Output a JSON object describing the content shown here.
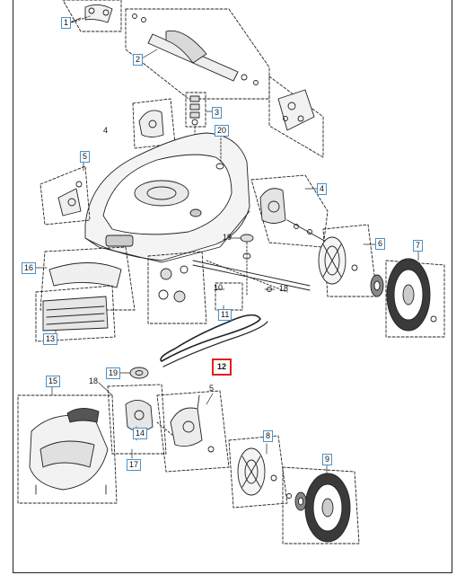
{
  "diagram": {
    "highlight_color": "#e0201e",
    "callout_border_color": "#4a90c8",
    "callouts": {
      "c1": "1",
      "c2": "2",
      "c3": "3",
      "c4_plain": "4",
      "c4_box": "4",
      "c5": "5",
      "c5_plain": "5",
      "c6": "6",
      "c7": "7",
      "c8": "8",
      "c9": "9",
      "c10": "10",
      "c11": "11",
      "c12": "12",
      "c13": "13",
      "c14": "14",
      "c15": "15",
      "c16": "16",
      "c17": "17",
      "c18_a": "18",
      "c18_b": "18",
      "c19_a": "19",
      "c19_b": "19",
      "c20": "20"
    }
  }
}
